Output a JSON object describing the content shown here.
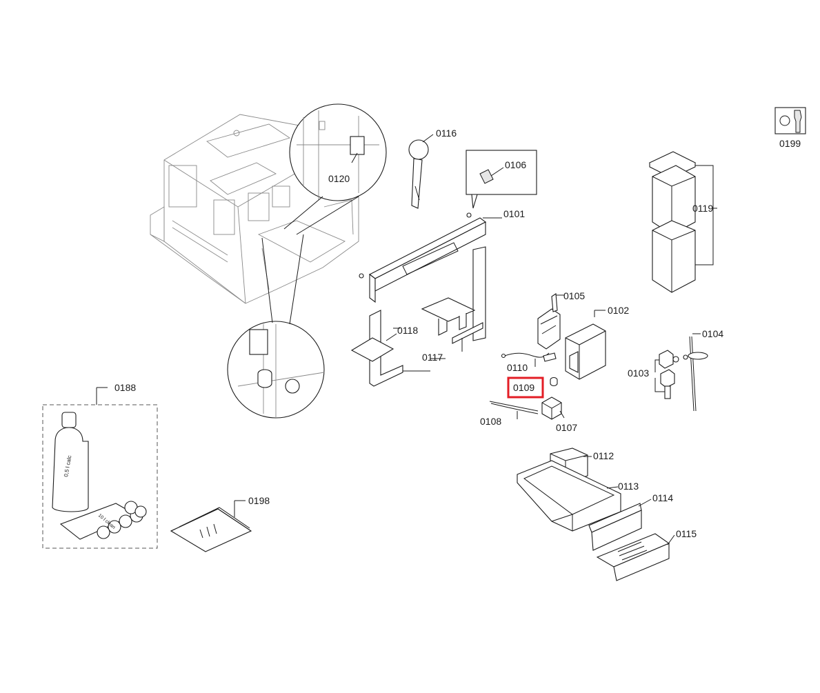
{
  "labels": {
    "p0101": "0101",
    "p0102": "0102",
    "p0103": "0103",
    "p0104": "0104",
    "p0105": "0105",
    "p0106": "0106",
    "p0107": "0107",
    "p0108": "0108",
    "p0109": "0109",
    "p0110": "0110",
    "p0112": "0112",
    "p0113": "0113",
    "p0114": "0114",
    "p0115": "0115",
    "p0116": "0116",
    "p0117": "0117",
    "p0118": "0118",
    "p0119": "0119",
    "p0120": "0120",
    "p0188": "0188",
    "p0198": "0198",
    "p0199": "0199"
  },
  "bottle_text": "0,5 l calc",
  "card_text": "10 l clean",
  "highlight_color": "#e31d25",
  "line_color": "#1a1a1a"
}
